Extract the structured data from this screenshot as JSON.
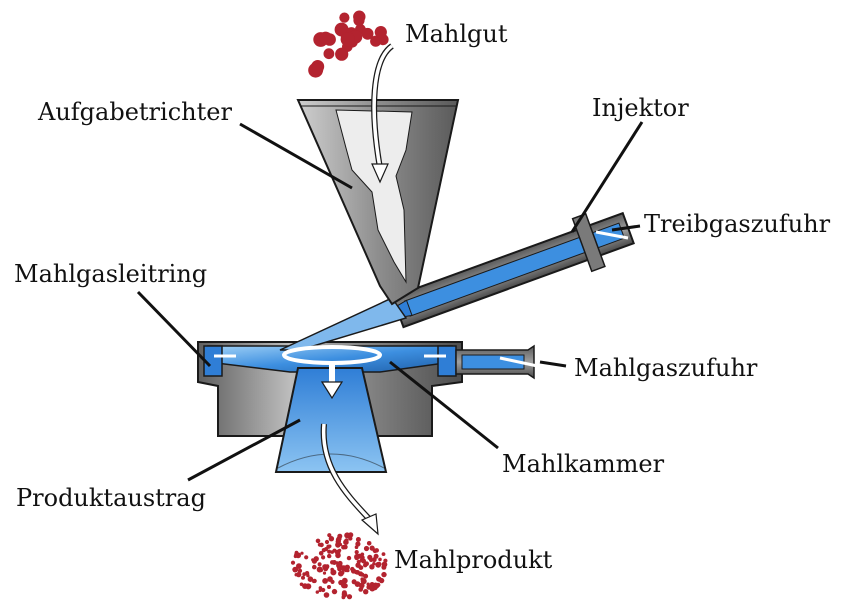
{
  "labels": {
    "mahlgut": "Mahlgut",
    "aufgabetrichter": "Aufgabetrichter",
    "injektor": "Injektor",
    "treibgaszufuhr": "Treibgaszufuhr",
    "mahlgasleitring": "Mahlgasleitring",
    "mahlgaszufuhr": "Mahlgaszufuhr",
    "mahlkammer": "Mahlkammer",
    "produktaustrag": "Produktaustrag",
    "mahlprodukt": "Mahlprodukt"
  },
  "colors": {
    "metal_dark": "#6b6b6b",
    "metal_mid": "#9a9a9a",
    "metal_light": "#d6d6d6",
    "gas_blue": "#3d8fe0",
    "gas_blue_light": "#8cc4f2",
    "gas_blue_dark": "#1f5fa8",
    "particle": "#b3232f",
    "outline": "#1a1a1a"
  }
}
